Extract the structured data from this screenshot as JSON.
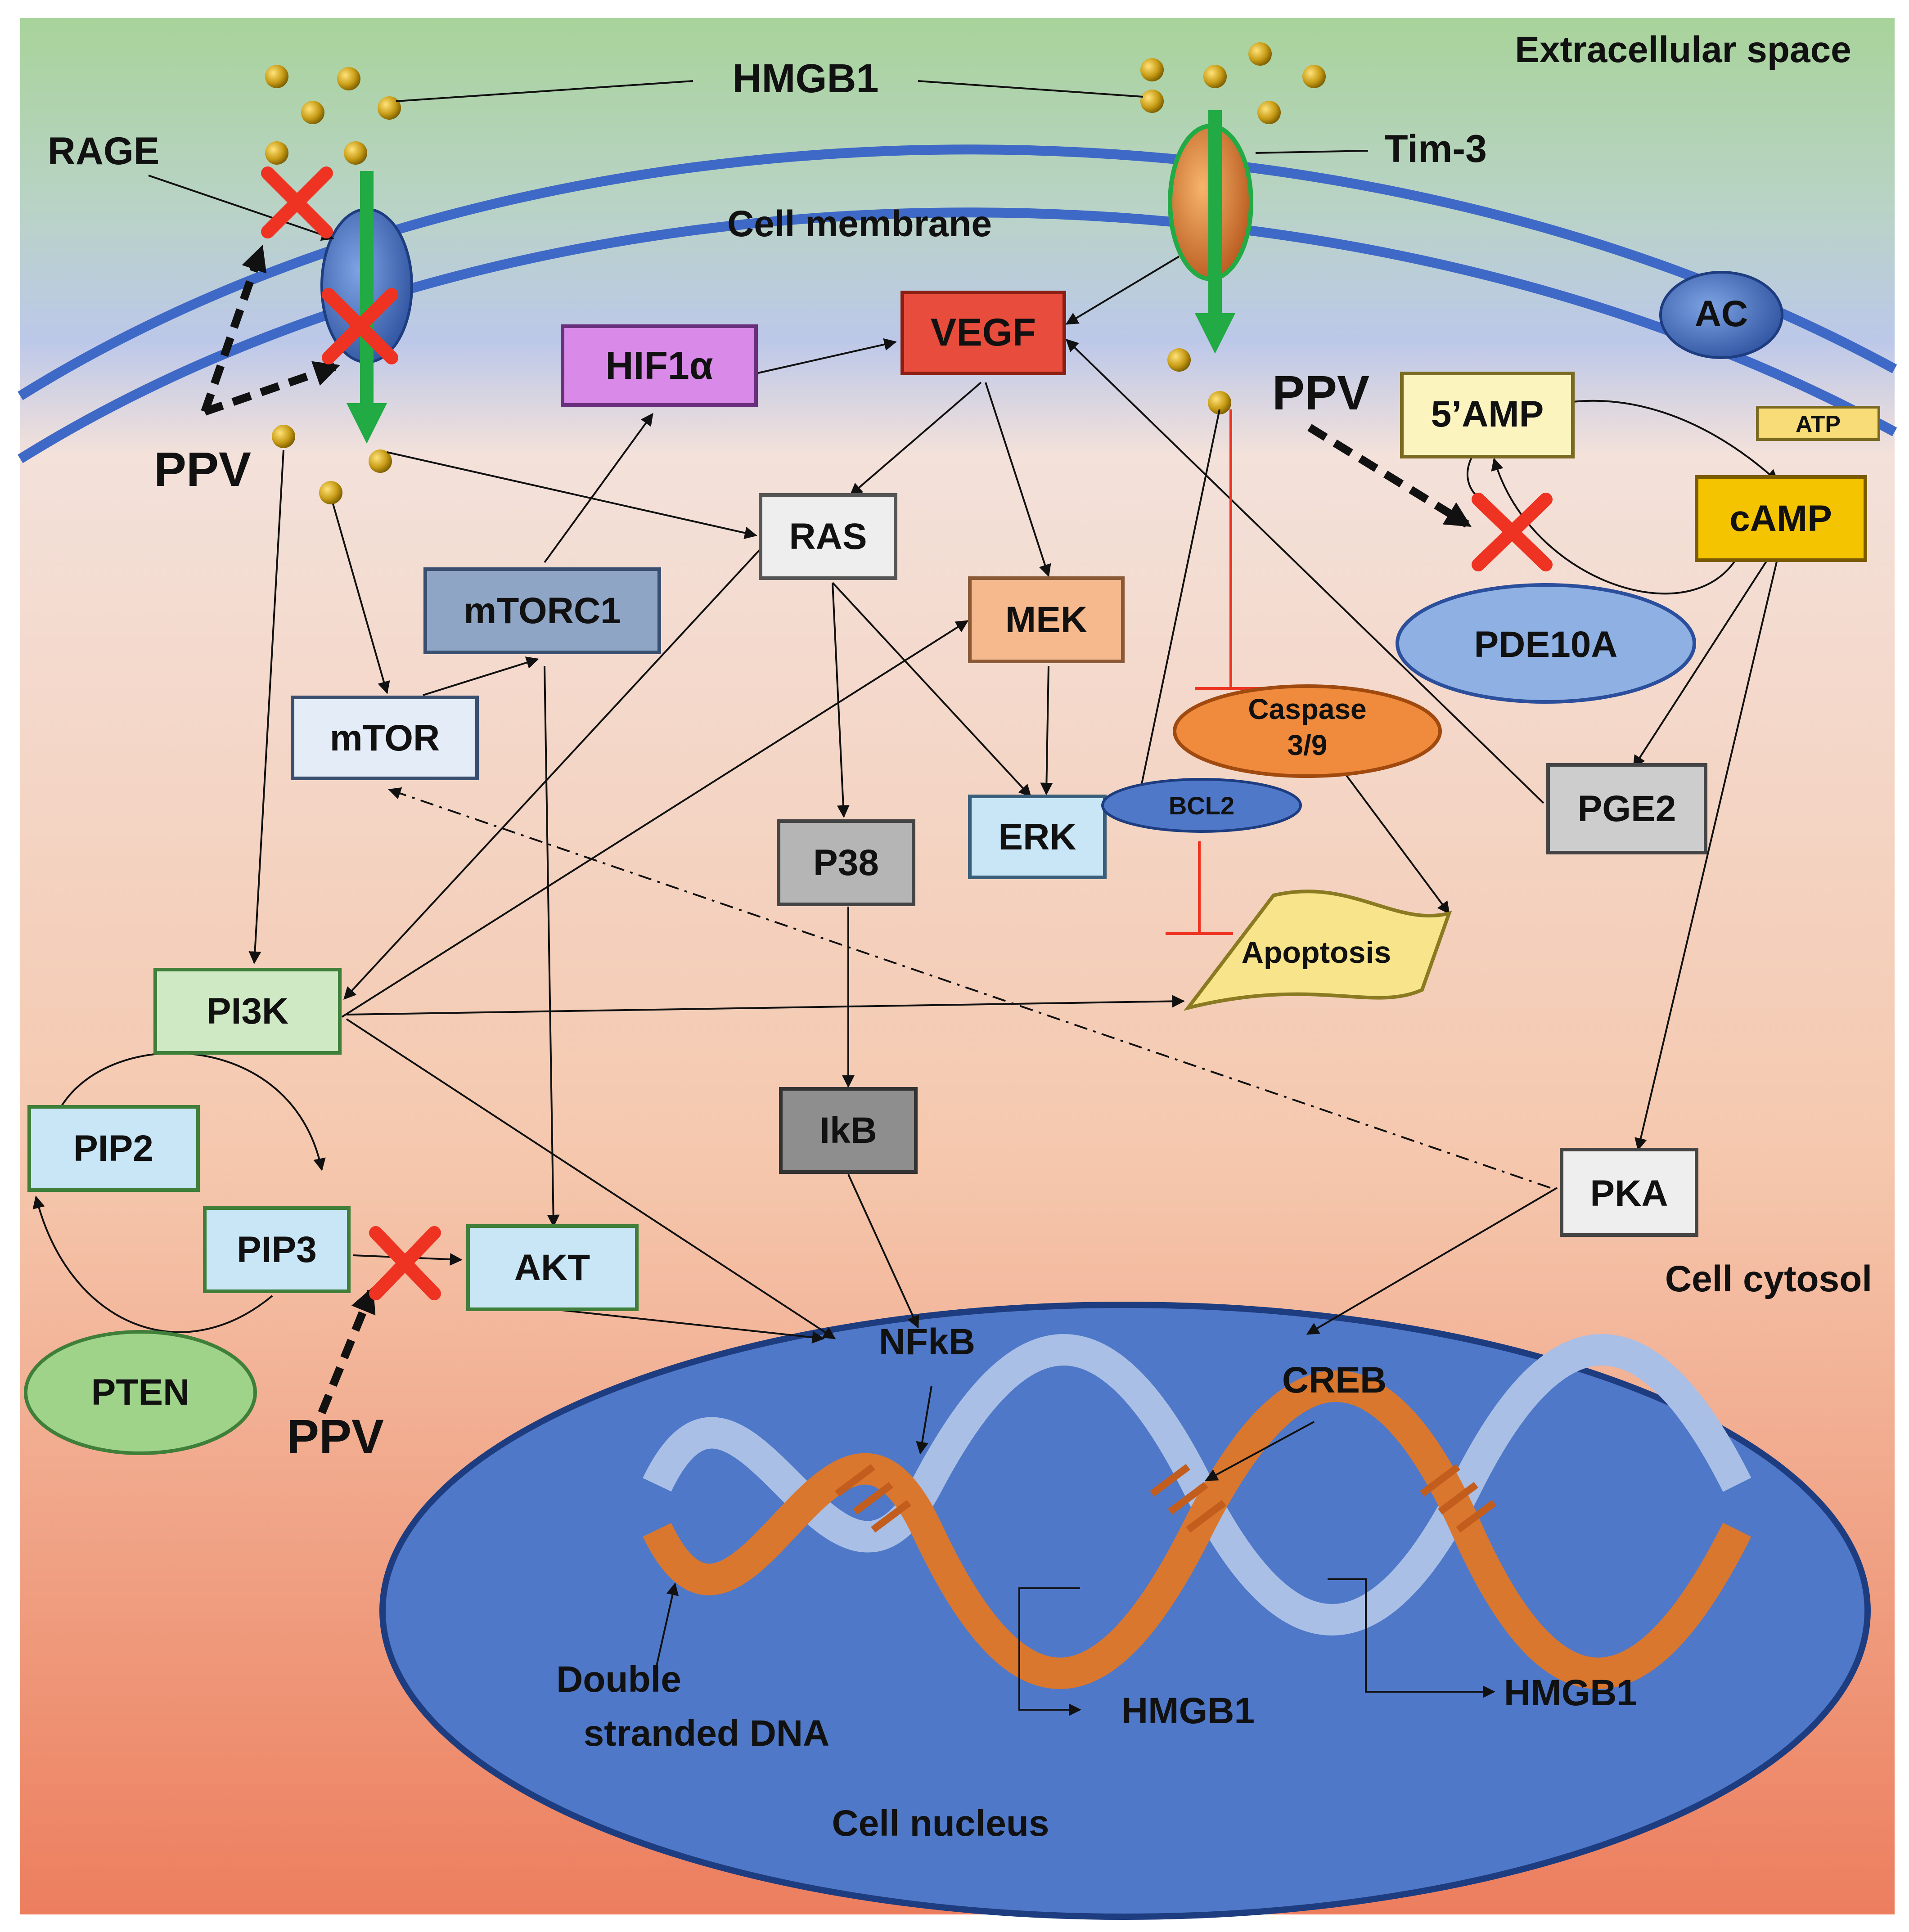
{
  "region_labels": {
    "extracellular": "Extracellular space",
    "membrane": "Cell membrane",
    "cytosol": "Cell cytosol",
    "nucleus": "Cell nucleus"
  },
  "ligand": "HMGB1",
  "receptors": {
    "rage": "RAGE",
    "tim3": "Tim-3",
    "ac": "AC"
  },
  "drug": "PPV",
  "nodes": {
    "vegf": "VEGF",
    "hif1a": "HIF1α",
    "ras": "RAS",
    "mtorc1": "mTORC1",
    "mtor": "mTOR",
    "mek": "MEK",
    "erk": "ERK",
    "p38": "P38",
    "ikb": "IkB",
    "pi3k": "PI3K",
    "pip2": "PIP2",
    "pip3": "PIP3",
    "akt": "AKT",
    "pten": "PTEN",
    "amp5": "5’AMP",
    "atp": "ATP",
    "camp": "cAMP",
    "pde10a": "PDE10A",
    "pge2": "PGE2",
    "pka": "PKA",
    "bcl2": "BCL2",
    "caspase_line1": "Caspase",
    "caspase_line2": "3/9",
    "apoptosis": "Apoptosis",
    "nfkb": "NFkB",
    "creb": "CREB"
  },
  "nucleus_labels": {
    "dna_line1": "Double",
    "dna_line2": "stranded DNA",
    "hmgb1_out_1": "HMGB1",
    "hmgb1_out_2": "HMGB1"
  },
  "colors": {
    "vegf": "#e74c3c",
    "hif1a": "#d98ae8",
    "mtorc1": "#8fa5c5",
    "mek": "#f6b98e",
    "erk": "#c8e6f6",
    "mtor": "#e4ecf8",
    "pi3k": "#cfe9c4",
    "pip": "#c8e6f6",
    "gray_box": "#bdbdbd",
    "dark_gray_box": "#8e8e8e",
    "camp": "#f5c400",
    "amp": "#fbf4bf",
    "pde10a": "#8fb0e3",
    "pten": "#9fd38a",
    "caspase": "#f08a3c",
    "nucleus": "#4f78c8",
    "membrane": "#3f69c6",
    "activation_arrow": "#22aa44",
    "inhibition": "#ee3322"
  }
}
